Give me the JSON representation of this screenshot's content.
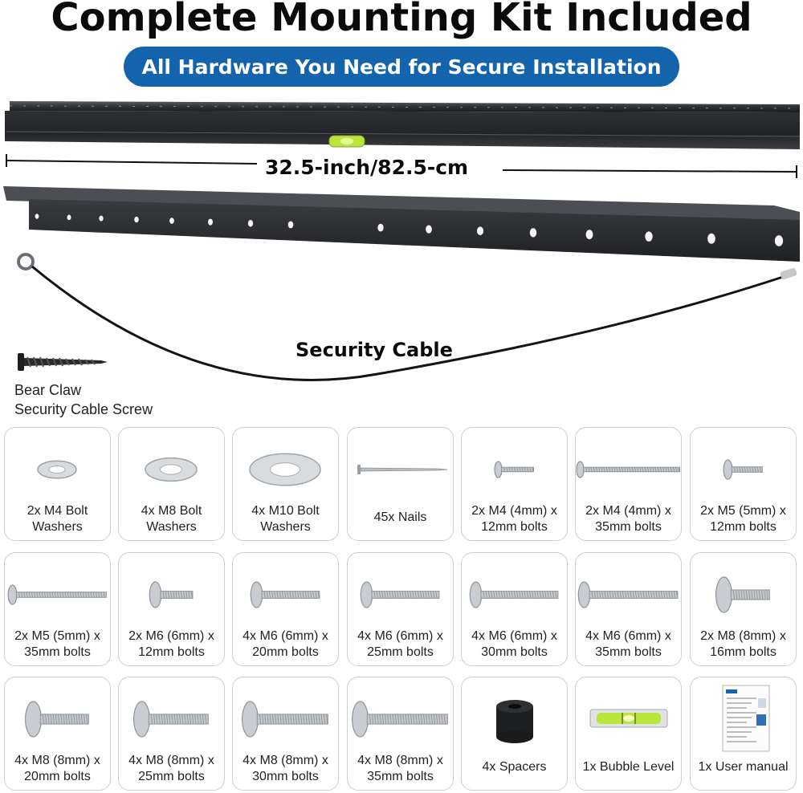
{
  "header": {
    "title": "Complete Mounting Kit Included",
    "subtitle": "All Hardware You Need for Secure Installation"
  },
  "rail": {
    "length_label": "32.5-inch/82.5-cm"
  },
  "cable": {
    "label": "Security Cable"
  },
  "screw": {
    "label_line1": "Bear Claw",
    "label_line2": "Security Cable Screw"
  },
  "parts": [
    {
      "line1": "2x M4 Bolt",
      "line2": "Washers",
      "icon": "washer-icon"
    },
    {
      "line1": "4x M8 Bolt",
      "line2": "Washers",
      "icon": "washer-icon"
    },
    {
      "line1": "4x M10 Bolt",
      "line2": "Washers",
      "icon": "washer-icon"
    },
    {
      "line1": "45x Nails",
      "line2": "",
      "icon": "nail-icon"
    },
    {
      "line1": "2x M4 (4mm) x",
      "line2": "12mm bolts",
      "icon": "bolt-icon"
    },
    {
      "line1": "2x M4 (4mm) x",
      "line2": "35mm bolts",
      "icon": "bolt-icon"
    },
    {
      "line1": "2x M5 (5mm) x",
      "line2": "12mm bolts",
      "icon": "bolt-icon"
    },
    {
      "line1": "2x M5 (5mm) x",
      "line2": "35mm bolts",
      "icon": "bolt-icon"
    },
    {
      "line1": "2x M6 (6mm) x",
      "line2": "12mm bolts",
      "icon": "bolt-icon"
    },
    {
      "line1": "4x M6 (6mm) x",
      "line2": "20mm bolts",
      "icon": "bolt-icon"
    },
    {
      "line1": "4x M6 (6mm) x",
      "line2": "25mm bolts",
      "icon": "bolt-icon"
    },
    {
      "line1": "4x M6 (6mm) x",
      "line2": "30mm bolts",
      "icon": "bolt-icon"
    },
    {
      "line1": "4x M6 (6mm) x",
      "line2": "35mm bolts",
      "icon": "bolt-icon"
    },
    {
      "line1": "2x M8 (8mm) x",
      "line2": "16mm bolts",
      "icon": "bolt-icon"
    },
    {
      "line1": "4x M8 (8mm) x",
      "line2": "20mm bolts",
      "icon": "bolt-icon"
    },
    {
      "line1": "4x M8 (8mm) x",
      "line2": "25mm bolts",
      "icon": "bolt-icon"
    },
    {
      "line1": "4x M8 (8mm) x",
      "line2": "30mm bolts",
      "icon": "bolt-icon"
    },
    {
      "line1": "4x M8 (8mm) x",
      "line2": "35mm bolts",
      "icon": "bolt-icon"
    },
    {
      "line1": "4x Spacers",
      "line2": "",
      "icon": "spacer-icon"
    },
    {
      "line1": "1x Bubble Level",
      "line2": "",
      "icon": "bubble-level-icon"
    },
    {
      "line1": "1x User manual",
      "line2": "",
      "icon": "manual-icon"
    }
  ],
  "colors": {
    "banner": "#1464ad",
    "rail": "#2b2d30",
    "bubble": "#b8e63a"
  }
}
